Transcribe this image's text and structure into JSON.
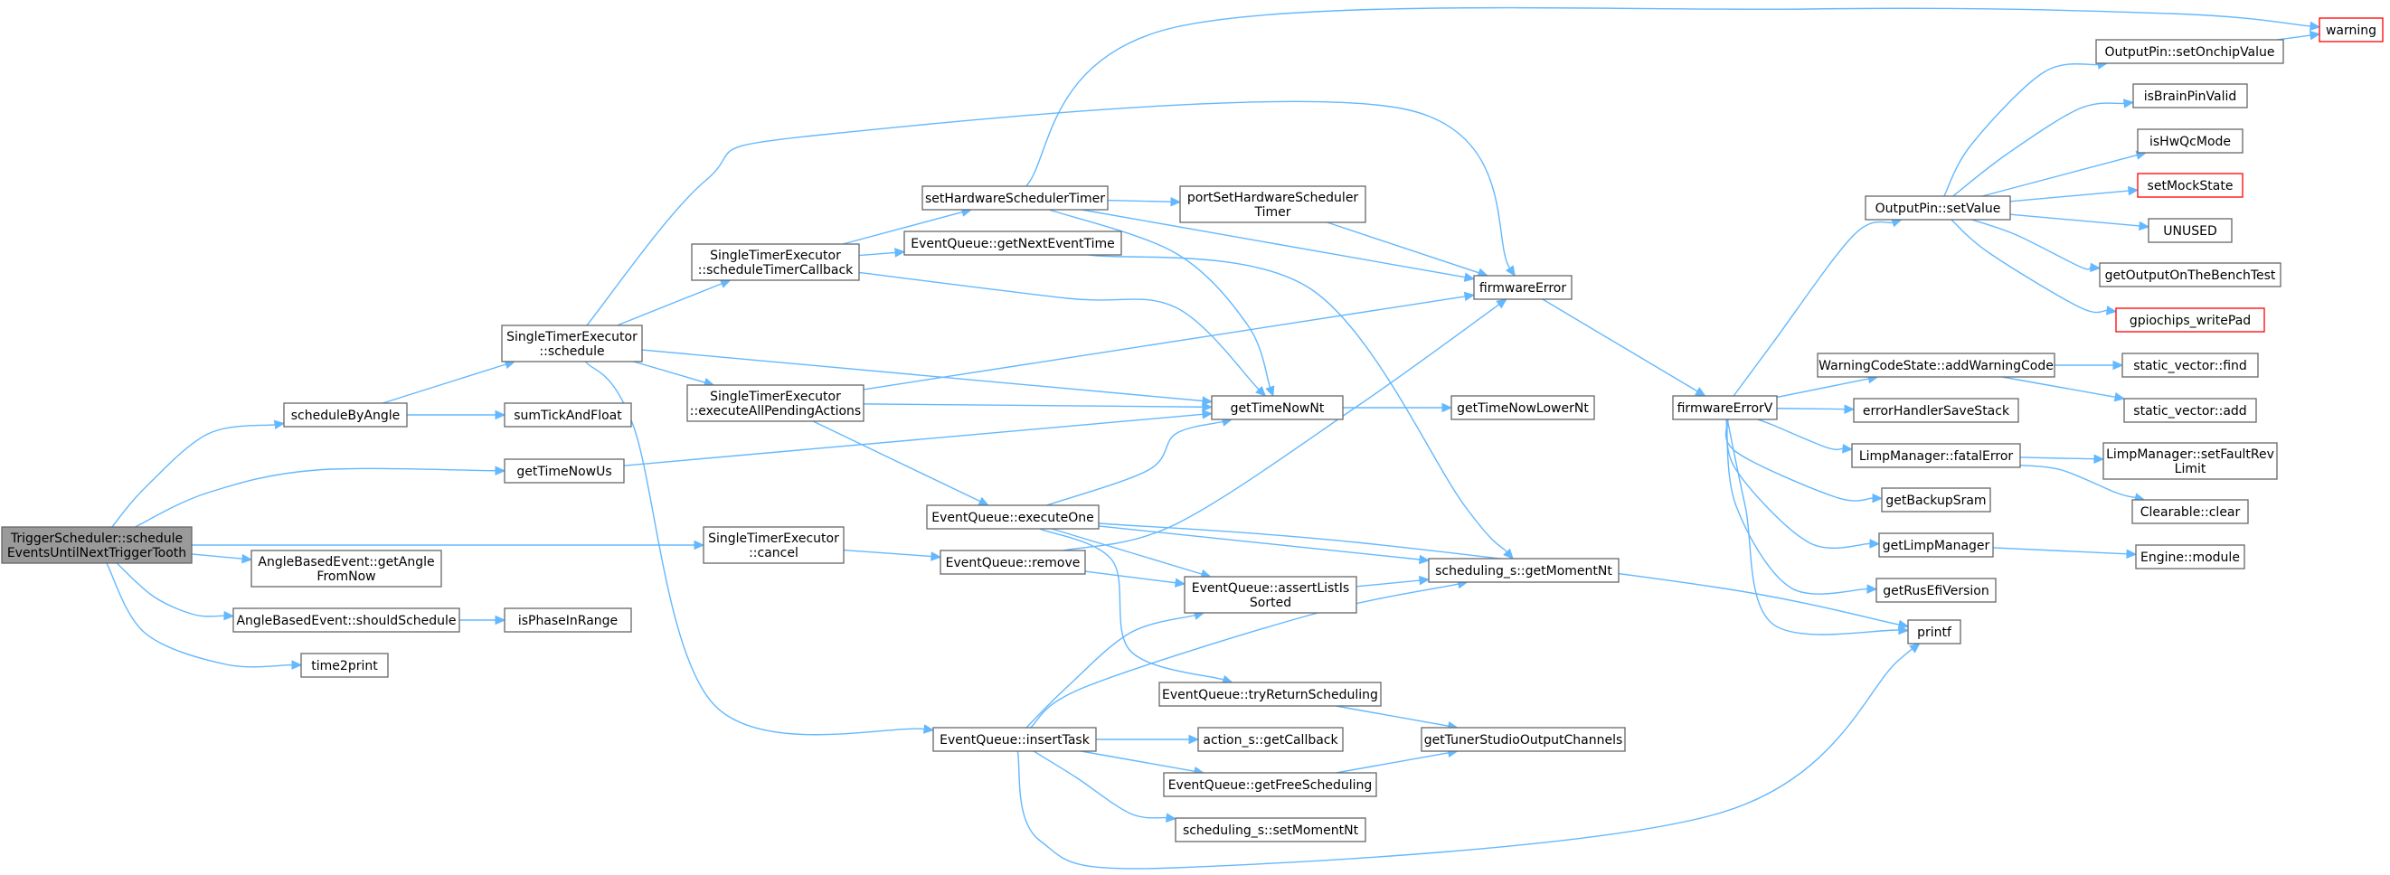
{
  "colors": {
    "edge": "#63b8ff",
    "node_border": "#666666",
    "root_fill": "#9a9a9a",
    "external_border": "#ff0000"
  },
  "nodes": [
    {
      "id": "root",
      "lines": [
        "TriggerScheduler::schedule",
        "EventsUntilNextTriggerTooth"
      ],
      "style": "root"
    },
    {
      "id": "scheduleByAngle",
      "lines": [
        "scheduleByAngle"
      ]
    },
    {
      "id": "getTimeNowUs",
      "lines": [
        "getTimeNowUs"
      ]
    },
    {
      "id": "getAngleFromNow",
      "lines": [
        "AngleBasedEvent::getAngle",
        "FromNow"
      ]
    },
    {
      "id": "shouldSchedule",
      "lines": [
        "AngleBasedEvent::shouldSchedule"
      ]
    },
    {
      "id": "time2print",
      "lines": [
        "time2print"
      ]
    },
    {
      "id": "ste_schedule",
      "lines": [
        "SingleTimerExecutor",
        "::schedule"
      ]
    },
    {
      "id": "sumTickAndFloat",
      "lines": [
        "sumTickAndFloat"
      ]
    },
    {
      "id": "isPhaseInRange",
      "lines": [
        "isPhaseInRange"
      ]
    },
    {
      "id": "ste_cancel",
      "lines": [
        "SingleTimerExecutor",
        "::cancel"
      ]
    },
    {
      "id": "ste_stcb",
      "lines": [
        "SingleTimerExecutor",
        "::scheduleTimerCallback"
      ]
    },
    {
      "id": "ste_eapa",
      "lines": [
        "SingleTimerExecutor",
        "::executeAllPendingActions"
      ]
    },
    {
      "id": "setHwTimer",
      "lines": [
        "setHardwareSchedulerTimer"
      ]
    },
    {
      "id": "eq_getNext",
      "lines": [
        "EventQueue::getNextEventTime"
      ]
    },
    {
      "id": "eq_execOne",
      "lines": [
        "EventQueue::executeOne"
      ]
    },
    {
      "id": "eq_remove",
      "lines": [
        "EventQueue::remove"
      ]
    },
    {
      "id": "eq_insert",
      "lines": [
        "EventQueue::insertTask"
      ]
    },
    {
      "id": "portSetHw",
      "lines": [
        "portSetHardwareScheduler",
        "Timer"
      ]
    },
    {
      "id": "getTimeNowNt",
      "lines": [
        "getTimeNowNt"
      ]
    },
    {
      "id": "eq_assert",
      "lines": [
        "EventQueue::assertListIs",
        "Sorted"
      ]
    },
    {
      "id": "eq_tryReturn",
      "lines": [
        "EventQueue::tryReturnScheduling"
      ]
    },
    {
      "id": "action_getCb",
      "lines": [
        "action_s::getCallback"
      ]
    },
    {
      "id": "eq_getFree",
      "lines": [
        "EventQueue::getFreeScheduling"
      ]
    },
    {
      "id": "sched_setMoment",
      "lines": [
        "scheduling_s::setMomentNt"
      ]
    },
    {
      "id": "firmwareError",
      "lines": [
        "firmwareError"
      ]
    },
    {
      "id": "getTimeNowLowerNt",
      "lines": [
        "getTimeNowLowerNt"
      ]
    },
    {
      "id": "sched_getMoment",
      "lines": [
        "scheduling_s::getMomentNt"
      ]
    },
    {
      "id": "getTSOC",
      "lines": [
        "getTunerStudioOutputChannels"
      ]
    },
    {
      "id": "firmwareErrorV",
      "lines": [
        "firmwareErrorV"
      ]
    },
    {
      "id": "op_setValue",
      "lines": [
        "OutputPin::setValue"
      ]
    },
    {
      "id": "wcs_add",
      "lines": [
        "WarningCodeState::addWarningCode"
      ]
    },
    {
      "id": "ehSaveStack",
      "lines": [
        "errorHandlerSaveStack"
      ]
    },
    {
      "id": "lm_fatal",
      "lines": [
        "LimpManager::fatalError"
      ]
    },
    {
      "id": "getBackupSram",
      "lines": [
        "getBackupSram"
      ]
    },
    {
      "id": "getLimpManager",
      "lines": [
        "getLimpManager"
      ]
    },
    {
      "id": "getRusEfiVersion",
      "lines": [
        "getRusEfiVersion"
      ]
    },
    {
      "id": "printf",
      "lines": [
        "printf"
      ]
    },
    {
      "id": "op_setOnchip",
      "lines": [
        "OutputPin::setOnchipValue"
      ]
    },
    {
      "id": "isBrainPinValid",
      "lines": [
        "isBrainPinValid"
      ]
    },
    {
      "id": "isHwQcMode",
      "lines": [
        "isHwQcMode"
      ]
    },
    {
      "id": "setMockState",
      "lines": [
        "setMockState"
      ],
      "style": "red"
    },
    {
      "id": "UNUSED",
      "lines": [
        "UNUSED"
      ]
    },
    {
      "id": "getOutputOnBench",
      "lines": [
        "getOutputOnTheBenchTest"
      ]
    },
    {
      "id": "gpiochips",
      "lines": [
        "gpiochips_writePad"
      ],
      "style": "red"
    },
    {
      "id": "warning",
      "lines": [
        "warning"
      ],
      "style": "red"
    },
    {
      "id": "sv_find",
      "lines": [
        "static_vector::find"
      ]
    },
    {
      "id": "sv_add",
      "lines": [
        "static_vector::add"
      ]
    },
    {
      "id": "lm_setFault",
      "lines": [
        "LimpManager::setFaultRev",
        "Limit"
      ]
    },
    {
      "id": "clearable_clear",
      "lines": [
        "Clearable::clear"
      ]
    },
    {
      "id": "engine_module",
      "lines": [
        "Engine::module"
      ]
    }
  ],
  "edges": [
    [
      "root",
      "scheduleByAngle"
    ],
    [
      "root",
      "getTimeNowUs"
    ],
    [
      "root",
      "ste_cancel"
    ],
    [
      "root",
      "getAngleFromNow"
    ],
    [
      "root",
      "shouldSchedule"
    ],
    [
      "root",
      "time2print"
    ],
    [
      "scheduleByAngle",
      "ste_schedule"
    ],
    [
      "scheduleByAngle",
      "sumTickAndFloat"
    ],
    [
      "getTimeNowUs",
      "getTimeNowNt"
    ],
    [
      "shouldSchedule",
      "isPhaseInRange"
    ],
    [
      "ste_schedule",
      "firmwareError"
    ],
    [
      "ste_schedule",
      "ste_stcb"
    ],
    [
      "ste_schedule",
      "ste_eapa"
    ],
    [
      "ste_schedule",
      "getTimeNowNt"
    ],
    [
      "ste_schedule",
      "eq_insert"
    ],
    [
      "ste_cancel",
      "eq_remove"
    ],
    [
      "ste_stcb",
      "setHwTimer"
    ],
    [
      "ste_stcb",
      "eq_getNext"
    ],
    [
      "ste_stcb",
      "getTimeNowNt"
    ],
    [
      "ste_eapa",
      "firmwareError"
    ],
    [
      "ste_eapa",
      "getTimeNowNt"
    ],
    [
      "ste_eapa",
      "eq_execOne"
    ],
    [
      "setHwTimer",
      "warning"
    ],
    [
      "setHwTimer",
      "portSetHw"
    ],
    [
      "setHwTimer",
      "firmwareError"
    ],
    [
      "setHwTimer",
      "getTimeNowNt"
    ],
    [
      "eq_getNext",
      "sched_getMoment"
    ],
    [
      "eq_execOne",
      "getTimeNowNt"
    ],
    [
      "eq_execOne",
      "eq_assert"
    ],
    [
      "eq_execOne",
      "sched_getMoment"
    ],
    [
      "eq_execOne",
      "eq_tryReturn"
    ],
    [
      "eq_execOne",
      "printf"
    ],
    [
      "eq_remove",
      "firmwareError"
    ],
    [
      "eq_remove",
      "eq_assert"
    ],
    [
      "eq_insert",
      "eq_assert"
    ],
    [
      "eq_insert",
      "sched_getMoment"
    ],
    [
      "eq_insert",
      "action_getCb"
    ],
    [
      "eq_insert",
      "eq_getFree"
    ],
    [
      "eq_insert",
      "sched_setMoment"
    ],
    [
      "eq_insert",
      "printf"
    ],
    [
      "portSetHw",
      "firmwareError"
    ],
    [
      "getTimeNowNt",
      "getTimeNowLowerNt"
    ],
    [
      "eq_assert",
      "sched_getMoment"
    ],
    [
      "eq_tryReturn",
      "getTSOC"
    ],
    [
      "eq_getFree",
      "getTSOC"
    ],
    [
      "firmwareError",
      "firmwareErrorV"
    ],
    [
      "firmwareErrorV",
      "op_setValue"
    ],
    [
      "firmwareErrorV",
      "wcs_add"
    ],
    [
      "firmwareErrorV",
      "ehSaveStack"
    ],
    [
      "firmwareErrorV",
      "lm_fatal"
    ],
    [
      "firmwareErrorV",
      "getBackupSram"
    ],
    [
      "firmwareErrorV",
      "getLimpManager"
    ],
    [
      "firmwareErrorV",
      "getRusEfiVersion"
    ],
    [
      "firmwareErrorV",
      "printf"
    ],
    [
      "op_setValue",
      "op_setOnchip"
    ],
    [
      "op_setValue",
      "isBrainPinValid"
    ],
    [
      "op_setValue",
      "isHwQcMode"
    ],
    [
      "op_setValue",
      "setMockState"
    ],
    [
      "op_setValue",
      "UNUSED"
    ],
    [
      "op_setValue",
      "getOutputOnBench"
    ],
    [
      "op_setValue",
      "gpiochips"
    ],
    [
      "op_setOnchip",
      "warning"
    ],
    [
      "wcs_add",
      "sv_find"
    ],
    [
      "wcs_add",
      "sv_add"
    ],
    [
      "lm_fatal",
      "lm_setFault"
    ],
    [
      "lm_fatal",
      "clearable_clear"
    ],
    [
      "getLimpManager",
      "engine_module"
    ]
  ]
}
